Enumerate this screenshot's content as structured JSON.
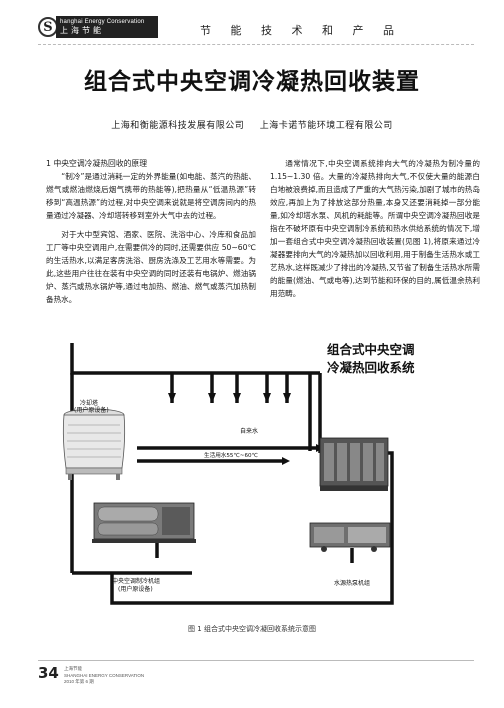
{
  "header": {
    "logo_letter": "S",
    "logo_en": "hanghai Energy Conservation",
    "logo_cn": "上海节能",
    "section": "节 能 技 术 和 产 品"
  },
  "article": {
    "title": "组合式中央空调冷凝热回收装置",
    "authors": [
      "上海和衡能源科技发展有限公司",
      "上海卡诺节能环境工程有限公司"
    ]
  },
  "left_column": {
    "heading": "1  中央空调冷凝热回收的原理",
    "paragraphs": [
      "“制冷”是通过消耗一定的外界能量(如电能、蒸汽的热能、燃气或燃油燃烧后烟气携带的热能等),把热量从“低温热源”转移到“高温热源”的过程,对中央空调来说就是将空调房间内的热量通过冷凝器、冷却塔转移到室外大气中去的过程。",
      "对于大中型宾馆、酒家、医院、洗浴中心、冷库和食品加工厂等中央空调用户,在需要供冷的同时,还需要供应 50~60℃的生活热水,以满足客房洗浴、厨房洗涤及工艺用水等需要。为此,这些用户往往在装有中央空调的同时还装有电锅炉、燃油锅炉、蒸汽或热水锅炉等,通过电加热、燃油、燃气或蒸汽加热制备热水。"
    ]
  },
  "right_column": {
    "paragraphs": [
      "通常情况下,中央空调系统排向大气的冷凝热为制冷量的 1.15~1.30 倍。大量的冷凝热排向大气,不仅使大量的能源白白地被浪费掉,而且造成了严重的大气热污染,加剧了城市的热岛效应,再加上为了排放这部分热量,本身又还要消耗掉一部分能量,如冷却塔水泵、风机的耗能等。所谓中央空调冷凝热回收是指在不破坏原有中央空调制冷系统和热水供给系统的情况下,增加一套组合式中央空调冷凝热回收装置(见图 1),将原来通过冷凝器要排向大气的冷凝热加以回收利用,用于制备生活热水或工艺热水,这样既减少了排出的冷凝热,又节省了制备生活热水所需的能量(燃油、气或电等),达到节能和环保的目的,属低温余热利用范畴。"
    ]
  },
  "figure": {
    "title_lines": [
      "组合式中央空调",
      "冷凝热回收系统"
    ],
    "labels": {
      "cooling_tower": "冷却塔",
      "cooling_tower_sub": "(用户原设备)",
      "tap_water": "自来水",
      "hot_water": "生活用水55℃~60℃",
      "heat_pump": "水源热泵机组",
      "chiller": "中央空调制冷机组",
      "chiller_sub": "(用户原设备)"
    },
    "caption": "图 1  组合式中央空调冷凝回收系统示意图"
  },
  "footer": {
    "page": "34",
    "meta": [
      "上海节能",
      "SHANGHAI ENERGY CONSERVATION",
      "2010 年第 6 期"
    ]
  },
  "colors": {
    "ink": "#1a1a1a",
    "logo_bar": "#222222",
    "pipe": "#111111"
  }
}
